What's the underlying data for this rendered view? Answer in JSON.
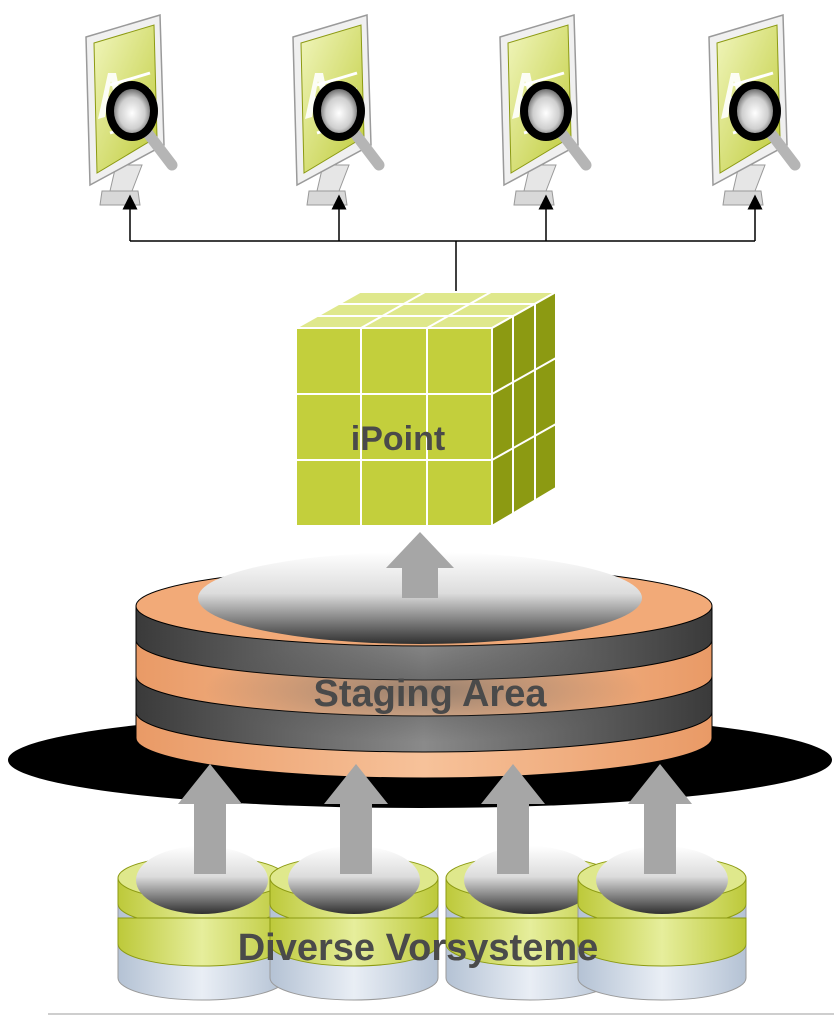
{
  "labels": {
    "cube": "iPoint",
    "staging": "Staging Area",
    "sources": "Diverse Vorsysteme"
  },
  "colors": {
    "lime": "#c3cf3c",
    "lime_light": "#dfe88c",
    "lime_dark": "#8c9a12",
    "salmon": "#f2aa78",
    "charcoal": "#5a5a5a",
    "arrow_gray": "#a6a6a6",
    "connector": "#000000",
    "label": "#4a4a4a"
  },
  "icons": [
    "report-monitor-icon",
    "report-monitor-icon",
    "report-monitor-icon",
    "report-monitor-icon"
  ]
}
